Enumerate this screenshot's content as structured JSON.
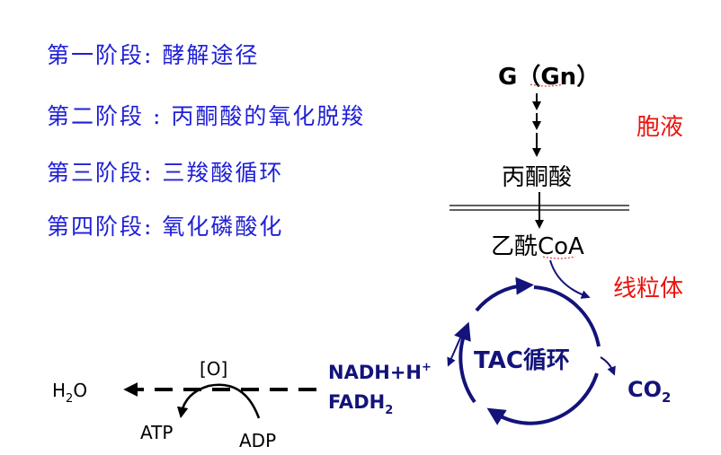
{
  "stages": [
    {
      "label": "第一阶段: 酵解途径"
    },
    {
      "label": "第二阶段 : 丙酮酸的氧化脱羧"
    },
    {
      "label": "第三阶段: 三羧酸循环"
    },
    {
      "label": "第四阶段: 氧化磷酸化"
    }
  ],
  "pathway": {
    "start": "G（Gn）",
    "pyruvate": "丙酮酸",
    "acetyl_coa": "乙酰CoA",
    "cytosol": "胞液",
    "mitochondria": "线粒体",
    "cycle": "TAC循环",
    "co2": "CO",
    "co2_sub": "2"
  },
  "etc": {
    "nadh": "NADH+H",
    "nadh_sup": "+",
    "fadh": "FADH",
    "fadh_sub": "2",
    "oxygen": "[O]",
    "water": "H",
    "water_sub": "2",
    "water_tail": "O",
    "atp": "ATP",
    "adp": "ADP"
  },
  "colors": {
    "stage_text": "#1f1fd6",
    "compartment_text": "#e8120c",
    "cycle": "#13137a"
  }
}
